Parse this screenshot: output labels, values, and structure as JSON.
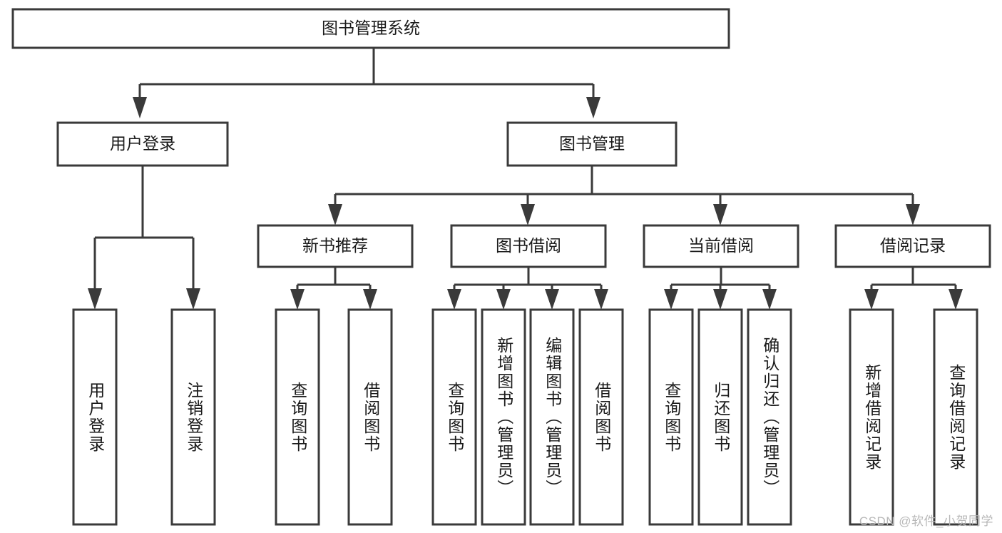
{
  "diagram": {
    "type": "tree-hierarchy",
    "title": "图书管理系统",
    "orientation": "top-down",
    "colors": {
      "stroke": "#3a3a3a",
      "fill": "#ffffff",
      "text": "#1a1a1a",
      "watermark": "#b8b8b8",
      "background": "#ffffff"
    },
    "root": {
      "label": "图书管理系统"
    },
    "level2": [
      {
        "label": "用户登录"
      },
      {
        "label": "图书管理"
      }
    ],
    "level3": [
      {
        "label": "新书推荐"
      },
      {
        "label": "图书借阅"
      },
      {
        "label": "当前借阅"
      },
      {
        "label": "借阅记录"
      }
    ],
    "leaves": {
      "user_login": [
        {
          "label": "用户登录"
        },
        {
          "label": "注销登录"
        }
      ],
      "new_book_recommend": [
        {
          "label": "查询图书"
        },
        {
          "label": "借阅图书"
        }
      ],
      "book_borrow": [
        {
          "label": "查询图书"
        },
        {
          "label": "新增图书（管理员）"
        },
        {
          "label": "编辑图书（管理员）"
        },
        {
          "label": "借阅图书"
        }
      ],
      "current_borrow": [
        {
          "label": "查询图书"
        },
        {
          "label": "归还图书"
        },
        {
          "label": "确认归还（管理员）"
        }
      ],
      "borrow_record": [
        {
          "label": "新增借阅记录"
        },
        {
          "label": "查询借阅记录"
        }
      ]
    }
  },
  "watermark": {
    "text": "CSDN @软件_小贺同学"
  }
}
